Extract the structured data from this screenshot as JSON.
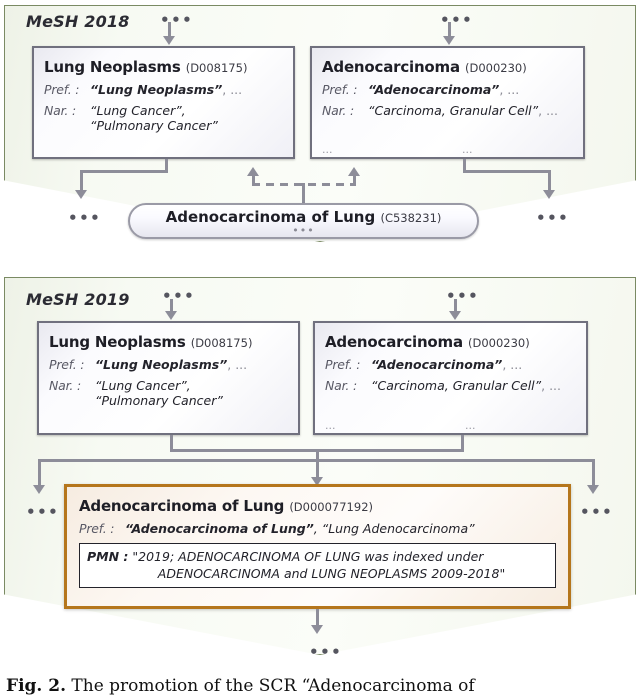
{
  "figure": {
    "caption_label": "Fig. 2.",
    "caption_text": "The promotion of the SCR “Adenocarcinoma of"
  },
  "colors": {
    "panel_border": "#7a8a63",
    "box_border": "#70707e",
    "promoted_border": "#b5761c",
    "connector": "#8d8d99"
  },
  "panels": [
    {
      "title": "MeSH 2018",
      "ellipsis_top_left": "•••",
      "ellipsis_top_right": "•••",
      "ellipsis_side_left": "•••",
      "ellipsis_side_right": "•••",
      "descriptors": [
        {
          "term": "Lung Neoplasms",
          "id": "(D008175)",
          "pref_label": "Pref. :",
          "pref_value": "“Lung Neoplasms”",
          "pref_cont": ", ...",
          "nar_label": "Nar. :",
          "nar_value": "“Lung Cancer”,",
          "nar_value2": "“Pulmonary Cancer”",
          "nar_cont": ""
        },
        {
          "term": "Adenocarcinoma",
          "id": "(D000230)",
          "pref_label": "Pref. :",
          "pref_value": "“Adenocarcinoma”",
          "pref_cont": ", ...",
          "nar_label": "Nar. :",
          "nar_value": "“Carcinoma, Granular Cell”",
          "nar_cont": ", ...",
          "nar_more_left": "...",
          "nar_more_right": "..."
        }
      ],
      "scr": {
        "term": "Adenocarcinoma of Lung",
        "id": "(C538231)",
        "dots": "•••"
      }
    },
    {
      "title": "MeSH 2019",
      "ellipsis_top_left": "•••",
      "ellipsis_top_right": "•••",
      "ellipsis_side_left": "•••",
      "ellipsis_side_right": "•••",
      "ellipsis_bottom": "•••",
      "descriptors": [
        {
          "term": "Lung Neoplasms",
          "id": "(D008175)",
          "pref_label": "Pref. :",
          "pref_value": "“Lung Neoplasms”",
          "pref_cont": ", ...",
          "nar_label": "Nar. :",
          "nar_value": "“Lung Cancer”,",
          "nar_value2": "“Pulmonary Cancer”",
          "nar_cont": ""
        },
        {
          "term": "Adenocarcinoma",
          "id": "(D000230)",
          "pref_label": "Pref. :",
          "pref_value": "“Adenocarcinoma”",
          "pref_cont": ", ...",
          "nar_label": "Nar. :",
          "nar_value": "“Carcinoma, Granular Cell”",
          "nar_cont": ", ...",
          "nar_more_left": "...",
          "nar_more_right": "..."
        }
      ],
      "promoted": {
        "term": "Adenocarcinoma of Lung",
        "id": "(D000077192)",
        "pref_label": "Pref. :",
        "pref_value": "“Adenocarcinoma of Lung”",
        "pref_value2": ", “Lung Adenocarcinoma”",
        "pmn_label": "PMN :",
        "pmn_line1": "\"2019; ADENOCARCINOMA OF LUNG was indexed under",
        "pmn_line2": "ADENOCARCINOMA and LUNG NEOPLASMS 2009-2018\""
      }
    }
  ]
}
